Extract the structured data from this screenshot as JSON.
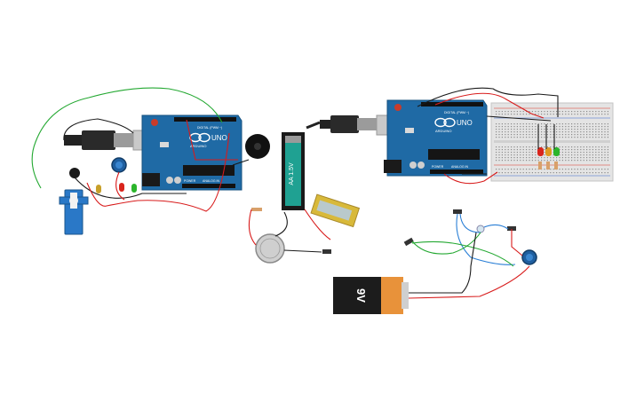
{
  "boards": {
    "left": {
      "logo": "UNO",
      "brand": "ARDUINO",
      "section_digital": "DIGITAL (PWM ~)",
      "section_power": "POWER",
      "section_analog": "ANALOG IN"
    },
    "right": {
      "logo": "UNO",
      "brand": "ARDUINO",
      "section_digital": "DIGITAL (PWM ~)",
      "section_power": "POWER",
      "section_analog": "ANALOG IN"
    }
  },
  "aa_battery": {
    "label": "AA 1.5V"
  },
  "battery_9v": {
    "label": "9V"
  },
  "components": {
    "servo": {
      "icon": "servo-icon"
    },
    "buzzer": {
      "icon": "buzzer-icon"
    },
    "coin_cell": {
      "icon": "coin-cell-icon"
    },
    "lcd": {
      "icon": "lcd-module-icon"
    },
    "potentiometers": [
      "pot-left",
      "pot-right"
    ],
    "leds_left": [
      "#e0b32a",
      "#d9241c",
      "#2bb52b"
    ],
    "leds_breadboard": [
      "#d9241c",
      "#e09a20",
      "#2bb52b"
    ]
  },
  "colors": {
    "board": "#1f6aa5",
    "wire_red": "#d81b1b",
    "wire_green": "#23a831",
    "wire_black": "#1a1a1a",
    "wire_blue": "#2a7fd6",
    "battery_orange": "#e8923a",
    "breadboard": "#e4e4e4"
  }
}
